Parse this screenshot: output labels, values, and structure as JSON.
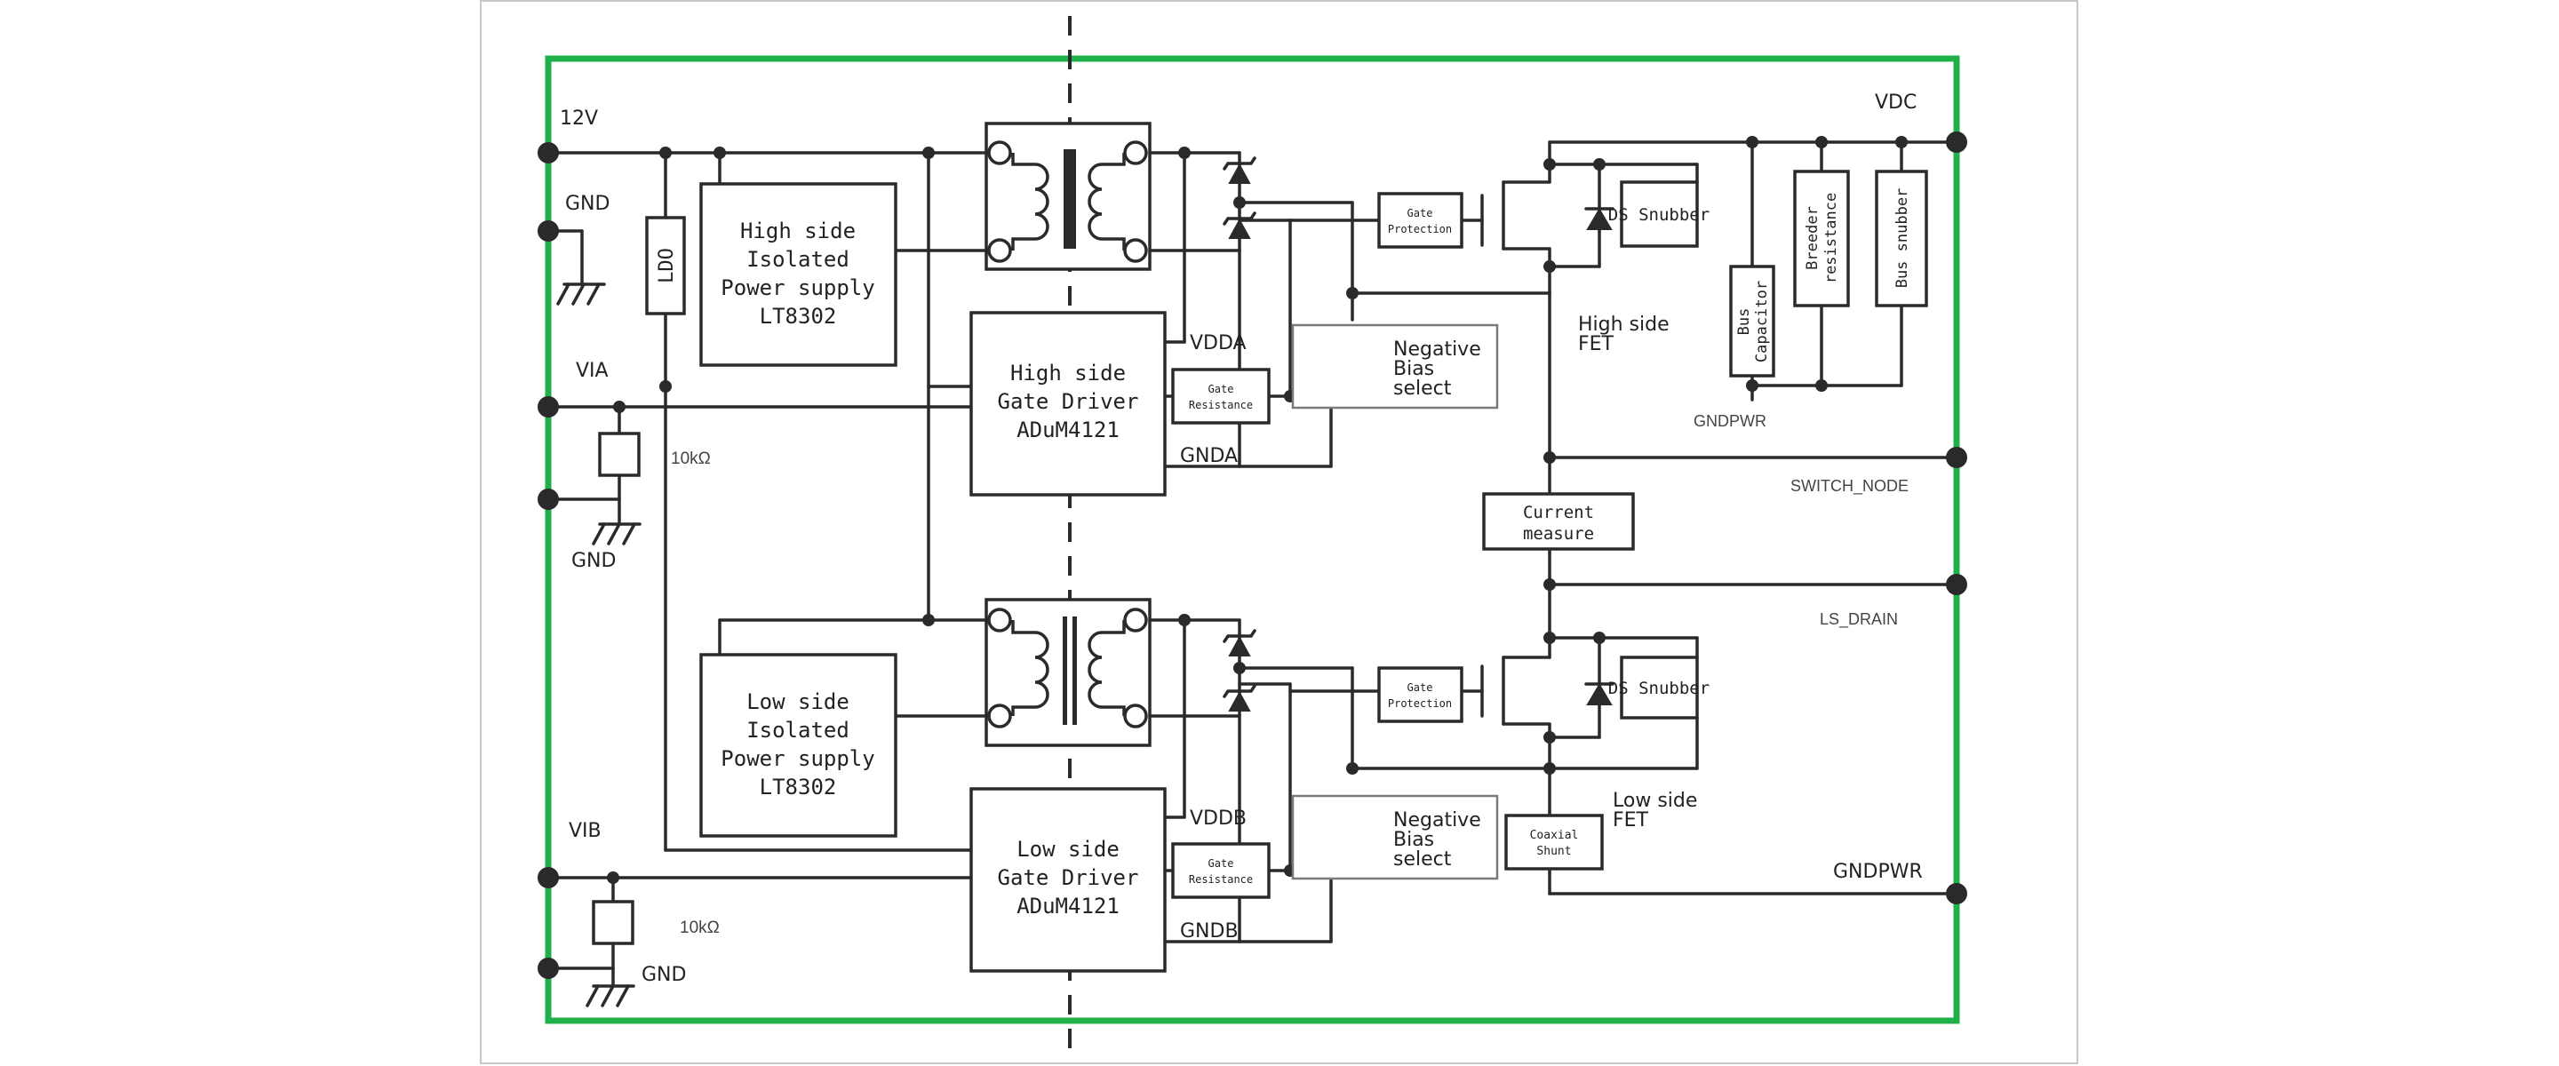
{
  "labels": {
    "v12": "12V",
    "vdc": "VDC",
    "gnd_top": "GND",
    "via": "VIA",
    "r1": "10kΩ",
    "gnd_mid": "GND",
    "vib": "VIB",
    "r2": "10kΩ",
    "gnd_bot": "GND",
    "ldo": "LDO",
    "vdda": "VDDA",
    "gnda": "GNDA",
    "vddb": "VDDB",
    "gndb": "GNDB",
    "high_fet": [
      "High side",
      "FET"
    ],
    "low_fet": [
      "Low side",
      "FET"
    ],
    "gndpwr_small": "GNDPWR",
    "switch_node": "SWITCH_NODE",
    "ls_drain": "LS_DRAIN",
    "gndpwr_big": "GNDPWR"
  },
  "blocks": {
    "hs_psu": [
      "High side",
      "Isolated",
      "Power supply",
      "LT8302"
    ],
    "ls_psu": [
      "Low side",
      "Isolated",
      "Power supply",
      "LT8302"
    ],
    "hs_driver": [
      "High side",
      "Gate Driver",
      "ADuM4121"
    ],
    "ls_driver": [
      "Low side",
      "Gate Driver",
      "ADuM4121"
    ],
    "gate_res_h": [
      "Gate",
      "Resistance"
    ],
    "gate_res_l": [
      "Gate",
      "Resistance"
    ],
    "gate_prot_h": [
      "Gate",
      "Protection"
    ],
    "gate_prot_l": [
      "Gate",
      "Protection"
    ],
    "neg_bias_h": [
      "Negative",
      "Bias",
      "select"
    ],
    "neg_bias_l": [
      "Negative",
      "Bias",
      "select"
    ],
    "ds_snubber_h": "DS Snubber",
    "ds_snubber_l": "DS Snubber",
    "bus_cap": [
      "Bus",
      "Capacitor"
    ],
    "bleeder": [
      "Breeder",
      "resistance"
    ],
    "bus_snubber": "Bus snubber",
    "current_measure": [
      "Current",
      "measure"
    ],
    "coaxial_shunt": [
      "Coaxial",
      "Shunt"
    ]
  },
  "colors": {
    "border": "#1fb04a",
    "wire": "#2a2a2a",
    "frame": "#c8c8c8"
  }
}
